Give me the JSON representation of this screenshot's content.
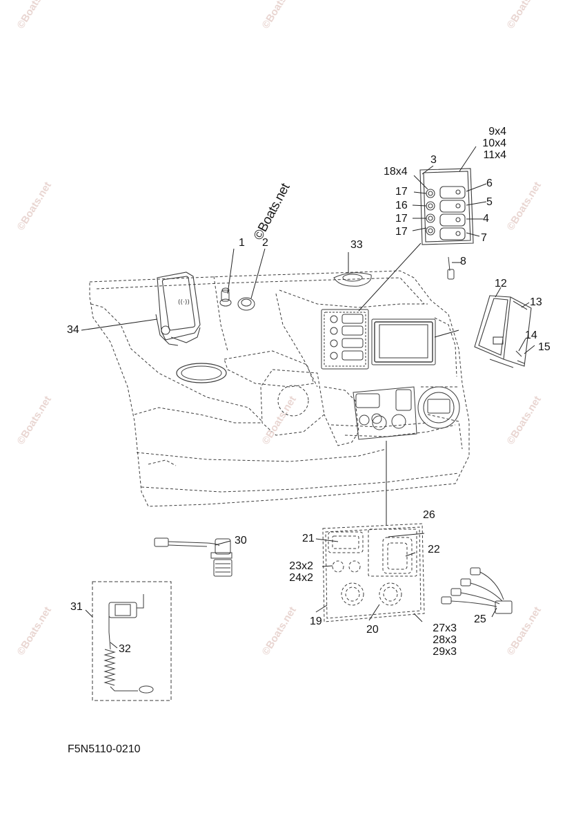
{
  "diagram": {
    "code": "F5N5110-0210",
    "watermark": "©Boats.net",
    "callouts": {
      "c1": "1",
      "c2": "2",
      "c3": "3",
      "c4": "4",
      "c5": "5",
      "c6": "6",
      "c7": "7",
      "c8": "8",
      "c12": "12",
      "c13": "13",
      "c14": "14",
      "c15": "15",
      "c16": "16",
      "c17a": "17",
      "c17b": "17",
      "c17c": "17",
      "c18": "18x4",
      "c19": "19",
      "c20": "20",
      "c21": "21",
      "c22": "22",
      "c25": "25",
      "c26": "26",
      "c30": "30",
      "c31": "31",
      "c32": "32",
      "c33": "33",
      "c34": "34"
    },
    "stack_9_11": [
      "9x4",
      "10x4",
      "11x4"
    ],
    "stack_23_24": [
      "23x2",
      "24x2"
    ],
    "stack_27_29": [
      "27x3",
      "28x3",
      "29x3"
    ]
  }
}
